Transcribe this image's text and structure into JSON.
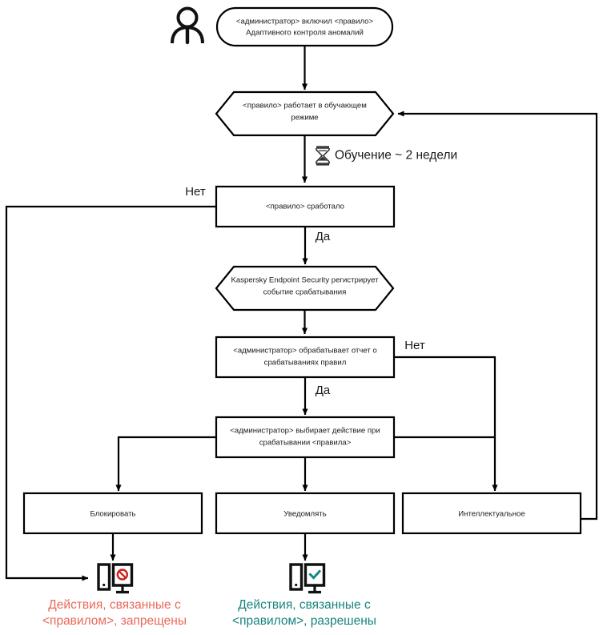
{
  "diagram": {
    "title": "Adaptive Anomaly Control rule workflow",
    "background_color": "#ffffff",
    "line_color": "#000000",
    "colors": {
      "blocked_text": "#e8695a",
      "allowed_text": "#18837e",
      "red_icon": "#cc2222",
      "green_icon": "#0f8a82"
    },
    "actor_icon": "person-icon",
    "nodes": {
      "start": {
        "shape": "rounded-rectangle",
        "line1": "<администратор> включил <правило>",
        "line2": "Адаптивного контроля аномалий"
      },
      "learning_mode": {
        "shape": "hexagon",
        "line1": "<правило>  работает в обучающем",
        "line2": "режиме"
      },
      "rule_triggered": {
        "shape": "rectangle",
        "line1": "<правило> сработало"
      },
      "kes_registers": {
        "shape": "hexagon",
        "line1": "Kaspersky Endpoint Security регистрирует",
        "line2": "событие срабатывания"
      },
      "admin_report": {
        "shape": "rectangle",
        "line1": "<администратор> обрабатывает отчет о",
        "line2": "срабатываниях правил"
      },
      "admin_action": {
        "shape": "rectangle",
        "line1": "<администратор> выбирает действие при",
        "line2": "срабатывании <правила>"
      },
      "block": {
        "shape": "rectangle",
        "line1": "Блокировать"
      },
      "notify": {
        "shape": "rectangle",
        "line1": "Уведомлять"
      },
      "smart": {
        "shape": "rectangle",
        "line1": "Интеллектуальное"
      }
    },
    "edge_labels": {
      "no_triggered": "Нет",
      "yes_triggered": "Да",
      "no_report": "Нет",
      "yes_report": "Да"
    },
    "notes": {
      "learning_duration": "Обучение ~ 2 недели",
      "learning_duration_icon": "hourglass-icon"
    },
    "outcomes": {
      "blocked": {
        "icon": "monitor-blocked-icon",
        "line1": "Действия, связанные с",
        "line2": "<правилом>, запрещены"
      },
      "allowed": {
        "icon": "monitor-allowed-icon",
        "line1": "Действия, связанные с",
        "line2": "<правилом>, разрешены"
      }
    }
  }
}
